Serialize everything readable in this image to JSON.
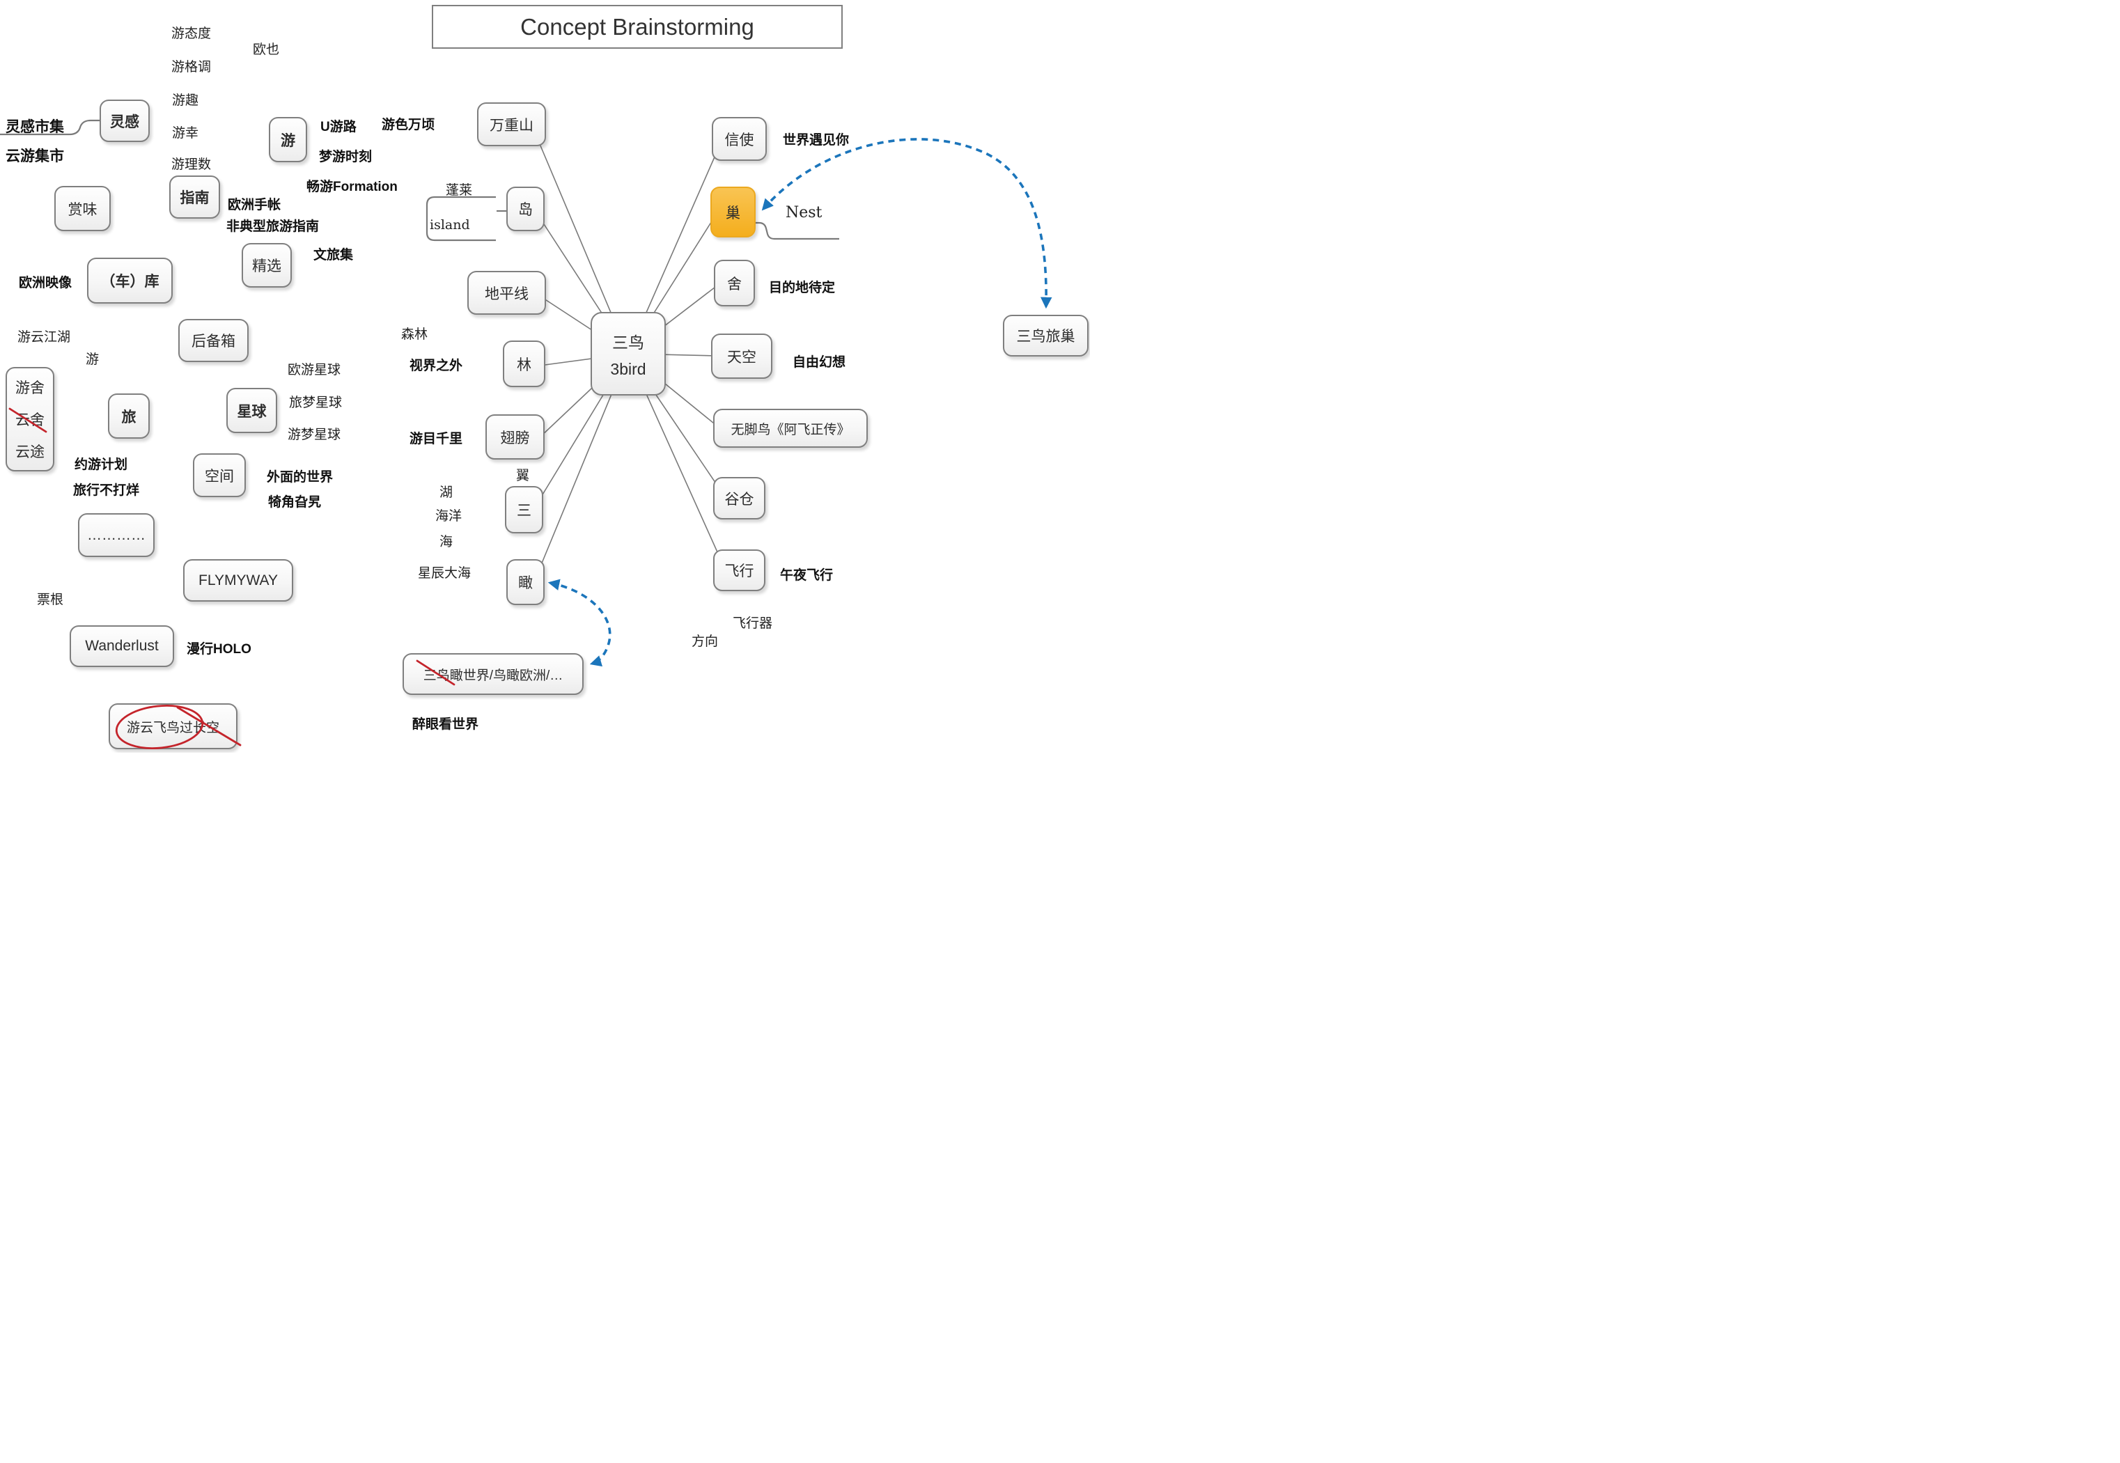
{
  "title": "Concept Brainstorming",
  "colors": {
    "node_border": "#7f7f7f",
    "highlight_orange": "#F6B52E",
    "arrow_blue": "#1B75BB",
    "annotation_red": "#C4242B",
    "wire_gray": "#7a7a7a"
  },
  "center": {
    "zh": "三鸟",
    "en": "3bird"
  },
  "nodes": {
    "linggan": "灵感",
    "you": "游",
    "zhinan": "指南",
    "shangwei": "赏味",
    "jingxuan": "精选",
    "cheku": "（车）库",
    "houbeixiang": "后备箱",
    "xingqiu": "星球",
    "lodge1": "游舍",
    "lodge2": "云舍",
    "lodge3": "云途",
    "lv": "旅",
    "kongjian": "空间",
    "dots": "…………",
    "flymyway": "FLYMYWAY",
    "wanderlust": "Wanderlust",
    "feiniao": "游云飞鸟过长空",
    "wanzhongshan": "万重山",
    "dao": "岛",
    "dipingxian": "地平线",
    "lin": "林",
    "chibang": "翅膀",
    "san": "三",
    "kan": "瞰",
    "xinshi": "信使",
    "chao": "巢",
    "she": "舍",
    "tiankong": "天空",
    "wujiaoniao": "无脚鸟《阿飞正传》",
    "gucang": "谷仓",
    "feixing": "飞行",
    "lvchao": "三鸟旅巢",
    "kanshijie": "三鸟瞰世界/鸟瞰欧洲/…"
  },
  "texts": {
    "linggan_shiji": "灵感市集",
    "yunyou_jishi": "云游集市",
    "you_taidu": "游态度",
    "ouye": "欧也",
    "you_gediao": "游格调",
    "you_qu": "游趣",
    "you_xing": "游幸",
    "you_lishu": "游理数",
    "u_youlu": "U游路",
    "youse_wanqing": "游色万顷",
    "mengyou_shike": "梦游时刻",
    "changyou_formation": "畅游Formation",
    "ouzhou_shouzhang": "欧洲手帐",
    "feidianxing": "非典型旅游指南",
    "wenlvji": "文旅集",
    "ouzhou_yingxiang": "欧洲映像",
    "youyun_jianghu": "游云江湖",
    "you_small": "游",
    "ouyou_xingqiu": "欧游星球",
    "lvmeng_xingqiu": "旅梦星球",
    "youmeng_xingqiu": "游梦星球",
    "yueyou_jihua": "约游计划",
    "lvxing_budayang": "旅行不打烊",
    "waimian_shijie": "外面的世界",
    "jijiao_gala": "犄角旮旯",
    "piaogen": "票根",
    "manxing_holo": "漫行HOLO",
    "penglai": "蓬莱",
    "island": "island",
    "senlin": "森林",
    "shijie_zhiwai": "视界之外",
    "youmu_qianli": "游目千里",
    "yi": "翼",
    "hu": "湖",
    "haiyang": "海洋",
    "hai": "海",
    "xingchen_dahai": "星辰大海",
    "shijie_yujian": "世界遇见你",
    "nest": "Nest",
    "mudidi": "目的地待定",
    "ziyou_huanxiang": "自由幻想",
    "wuye_feixing": "午夜飞行",
    "feixingqi": "飞行器",
    "fangxiang": "方向",
    "zuiyan": "醉眼看世界"
  }
}
